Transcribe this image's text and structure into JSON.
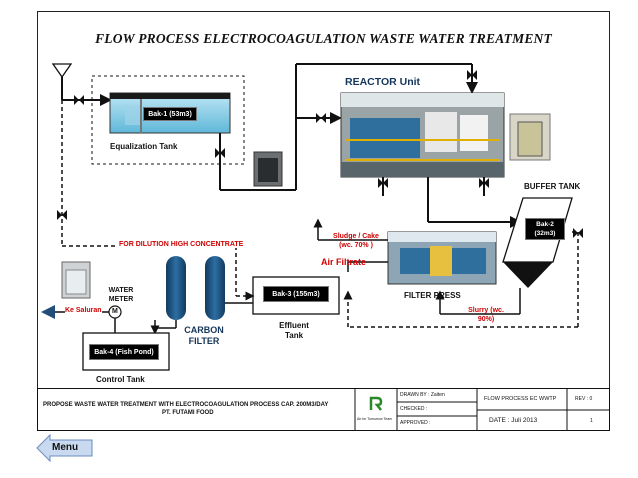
{
  "title": "FLOW PROCESS ELECTROCOAGULATION WASTE WATER TREATMENT",
  "labels": {
    "bak1": "Bak-1 (53m3)",
    "equalization": "Equalization Tank",
    "reactor": "REACTOR Unit",
    "buffer_tank": "BUFFER TANK",
    "bak2": "Bak-2 (32m3)",
    "dilution": "FOR DILUTION HIGH CONCENTRATE",
    "sludge": "Sludge / Cake (wc. 70% )",
    "air_filtrate": "Air Filtrate",
    "filter_press": "FILTER PRESS",
    "slurry": "Slurry (wc. 90%)",
    "bak3": "Bak-3 (155m3)",
    "effluent": "Effluent Tank",
    "carbon_filter": "CARBON FILTER",
    "water_meter": "WATER METER",
    "meter_symbol": "M",
    "ke_saluran": "Ke Saluran",
    "bak4": "Bak-4 (Fish Pond)",
    "control_tank": "Control Tank"
  },
  "title_block": {
    "description": "PROPOSE  WASTE WATER TREATMENT WITH ELECTROCOAGULATION PROCESS CAP. 200M3/DAY",
    "company": "PT. FUTAMI FOOD",
    "logo_caption": "Air for Tomorrow Team",
    "drawn_by": "DRAWN BY :  Zaiten",
    "checked": "CHECKED :",
    "approved": "APPROVED :",
    "drawing_title": "FLOW PROCESS EC WWTP",
    "rev": "REV : 0",
    "date": "DATE  : Juli  2013",
    "sheet": "1"
  },
  "nav": {
    "menu": "Menu"
  },
  "colors": {
    "flow_line": "#111111",
    "red_text": "#d00000",
    "tank_blue": "#1f4f7a"
  }
}
